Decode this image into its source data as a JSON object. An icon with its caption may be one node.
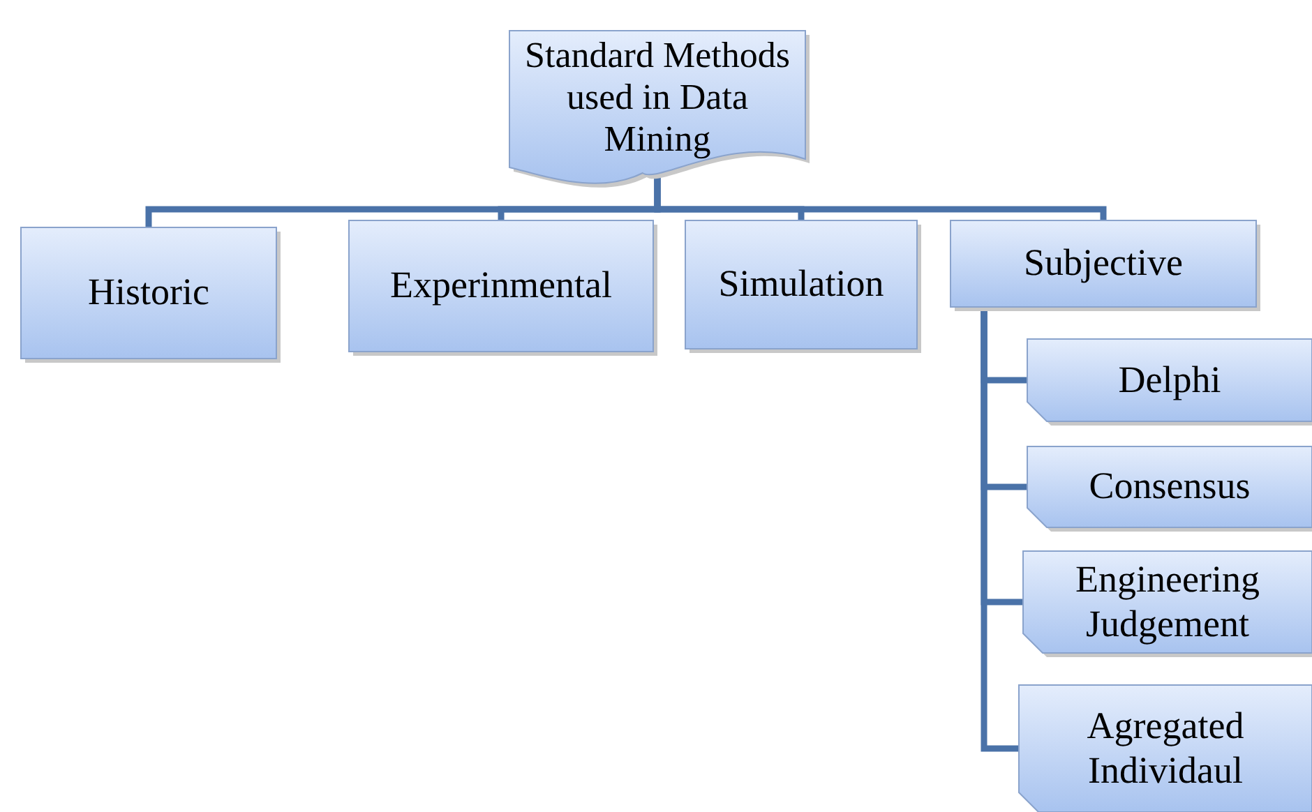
{
  "diagram": {
    "nodes": [
      {
        "text": [
          "Standard Methods used in Data Mining"
        ]
      },
      {
        "text": [
          "Historic"
        ]
      },
      {
        "text": [
          "Experinmental"
        ]
      },
      {
        "text": [
          "Simulation"
        ]
      },
      {
        "text": [
          "Subjective"
        ]
      },
      {
        "text": [
          "Delphi"
        ]
      },
      {
        "text": [
          "Consensus"
        ]
      },
      {
        "text": [
          "Engineering Judgement"
        ]
      },
      {
        "text": [
          "Agregated Individaul"
        ]
      }
    ],
    "edges": [
      {
        "from": 0,
        "to": 1,
        "arrow": "none"
      },
      {
        "from": 0,
        "to": 2,
        "arrow": "none"
      },
      {
        "from": 0,
        "to": 3,
        "arrow": "none"
      },
      {
        "from": 0,
        "to": 4,
        "arrow": "none"
      },
      {
        "from": 4,
        "to": 5,
        "arrow": "none"
      },
      {
        "from": 4,
        "to": 6,
        "arrow": "none"
      },
      {
        "from": 4,
        "to": 7,
        "arrow": "none"
      },
      {
        "from": 4,
        "to": 8,
        "arrow": "none"
      }
    ]
  }
}
